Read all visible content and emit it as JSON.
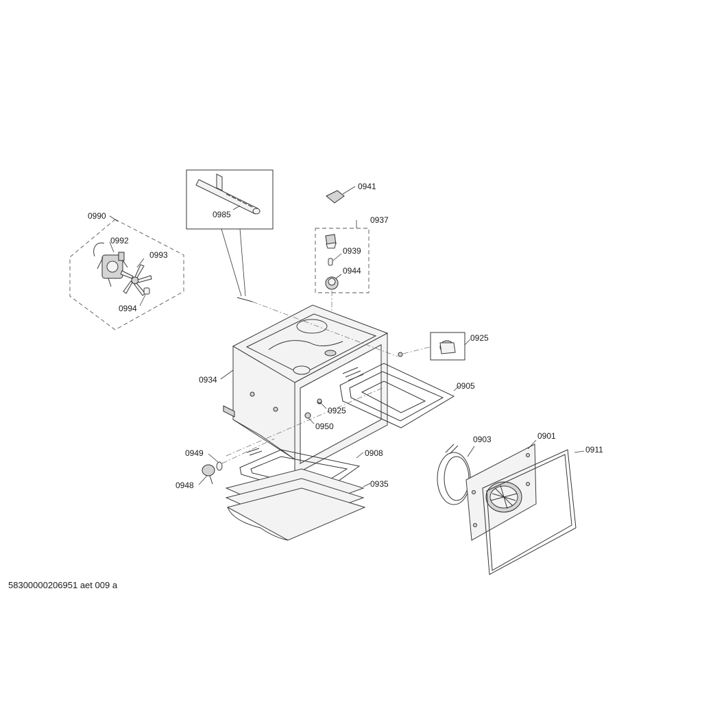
{
  "diagram": {
    "caption": "58300000206951 aet 009 a",
    "labels": {
      "p0990": "0990",
      "p0992": "0992",
      "p0993": "0993",
      "p0994": "0994",
      "p0985": "0985",
      "p0941": "0941",
      "p0937": "0937",
      "p0939": "0939",
      "p0944": "0944",
      "p0925a": "0925",
      "p0925b": "0925",
      "p0905": "0905",
      "p0934": "0934",
      "p0950": "0950",
      "p0949": "0949",
      "p0948": "0948",
      "p0908": "0908",
      "p0935": "0935",
      "p0903": "0903",
      "p0901": "0901",
      "p0911": "0911"
    }
  }
}
